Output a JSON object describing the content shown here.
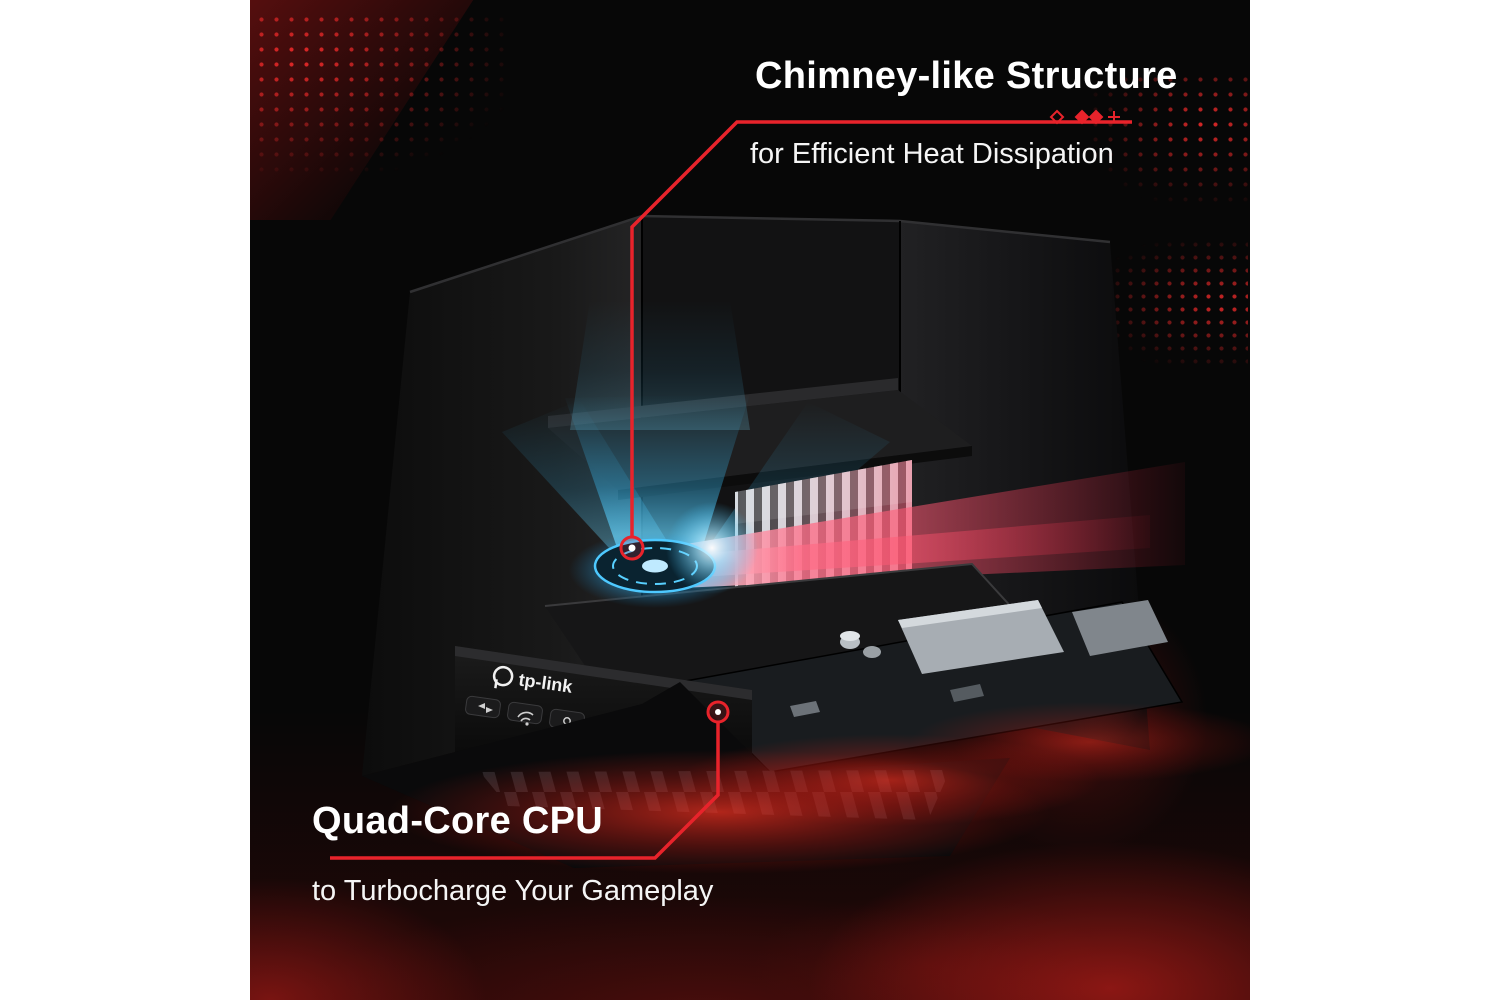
{
  "scene": {
    "page_background": "#ffffff",
    "stage_background": "#070707"
  },
  "callouts": {
    "chimney": {
      "title": "Chimney-like Structure",
      "subtitle": "for Efficient Heat Dissipation"
    },
    "cpu": {
      "title": "Quad-Core CPU",
      "subtitle": "to Turbocharge Your Gameplay"
    }
  },
  "device": {
    "brand": "tp-link"
  },
  "colors": {
    "accent_red": "#e8232b",
    "fan_glow_blue": "#45c8ff",
    "heat_streak_pink": "#ff4d66"
  }
}
